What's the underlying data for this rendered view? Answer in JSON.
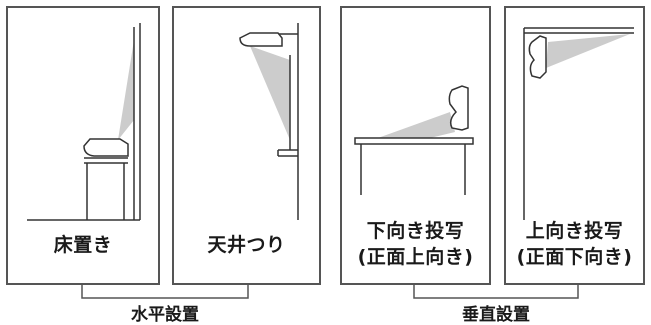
{
  "panels": [
    {
      "label_lines": [
        "床置き"
      ]
    },
    {
      "label_lines": [
        "天井つり"
      ]
    },
    {
      "label_lines": [
        "下向き投写",
        "(正面上向き)"
      ]
    },
    {
      "label_lines": [
        "上向き投写",
        "(正面下向き)"
      ]
    }
  ],
  "groups": {
    "horizontal": "水平設置",
    "vertical": "垂直設置"
  },
  "colors": {
    "frame": "#555555",
    "beam": "#cccccc",
    "line": "#333333"
  }
}
